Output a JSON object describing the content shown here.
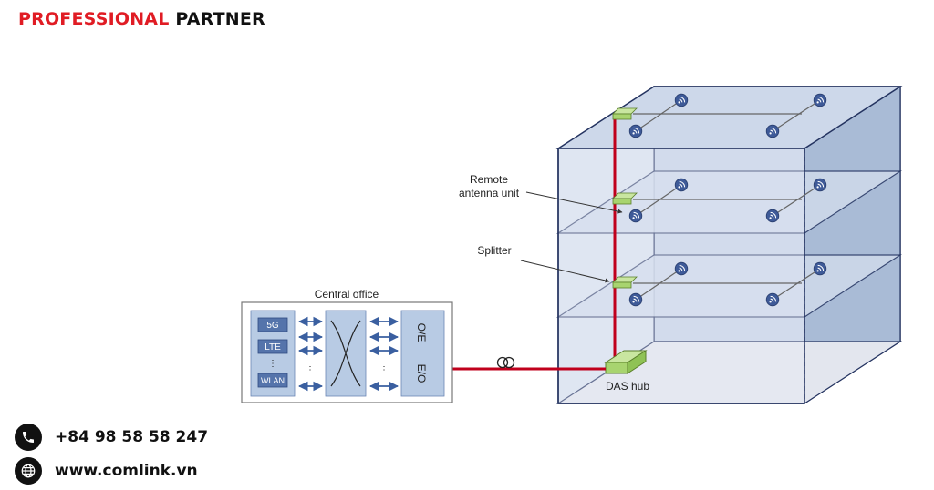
{
  "brand": {
    "part1": "PROFESSIONAL",
    "part2": "PARTNER",
    "accent_color": "#e01c24"
  },
  "contact": {
    "phone": "+84 98 58 58 247",
    "phone_icon": "phone-icon",
    "website": "www.comlink.vn",
    "website_icon": "globe-icon"
  },
  "diagram": {
    "central_office_label": "Central office",
    "services": [
      "5G",
      "LTE",
      "⋮",
      "WLAN"
    ],
    "converter_labels": [
      "O/E",
      "E/O"
    ],
    "callouts": {
      "remote_antenna_unit": "Remote\nantenna unit",
      "remote_antenna_line1": "Remote",
      "remote_antenna_line2": "antenna unit",
      "splitter": "Splitter",
      "das_hub": "DAS hub"
    },
    "fiber_color": "#c0001c",
    "floor_count": 3,
    "antennas_per_floor": 4,
    "icon": "wifi-antenna-icon"
  }
}
